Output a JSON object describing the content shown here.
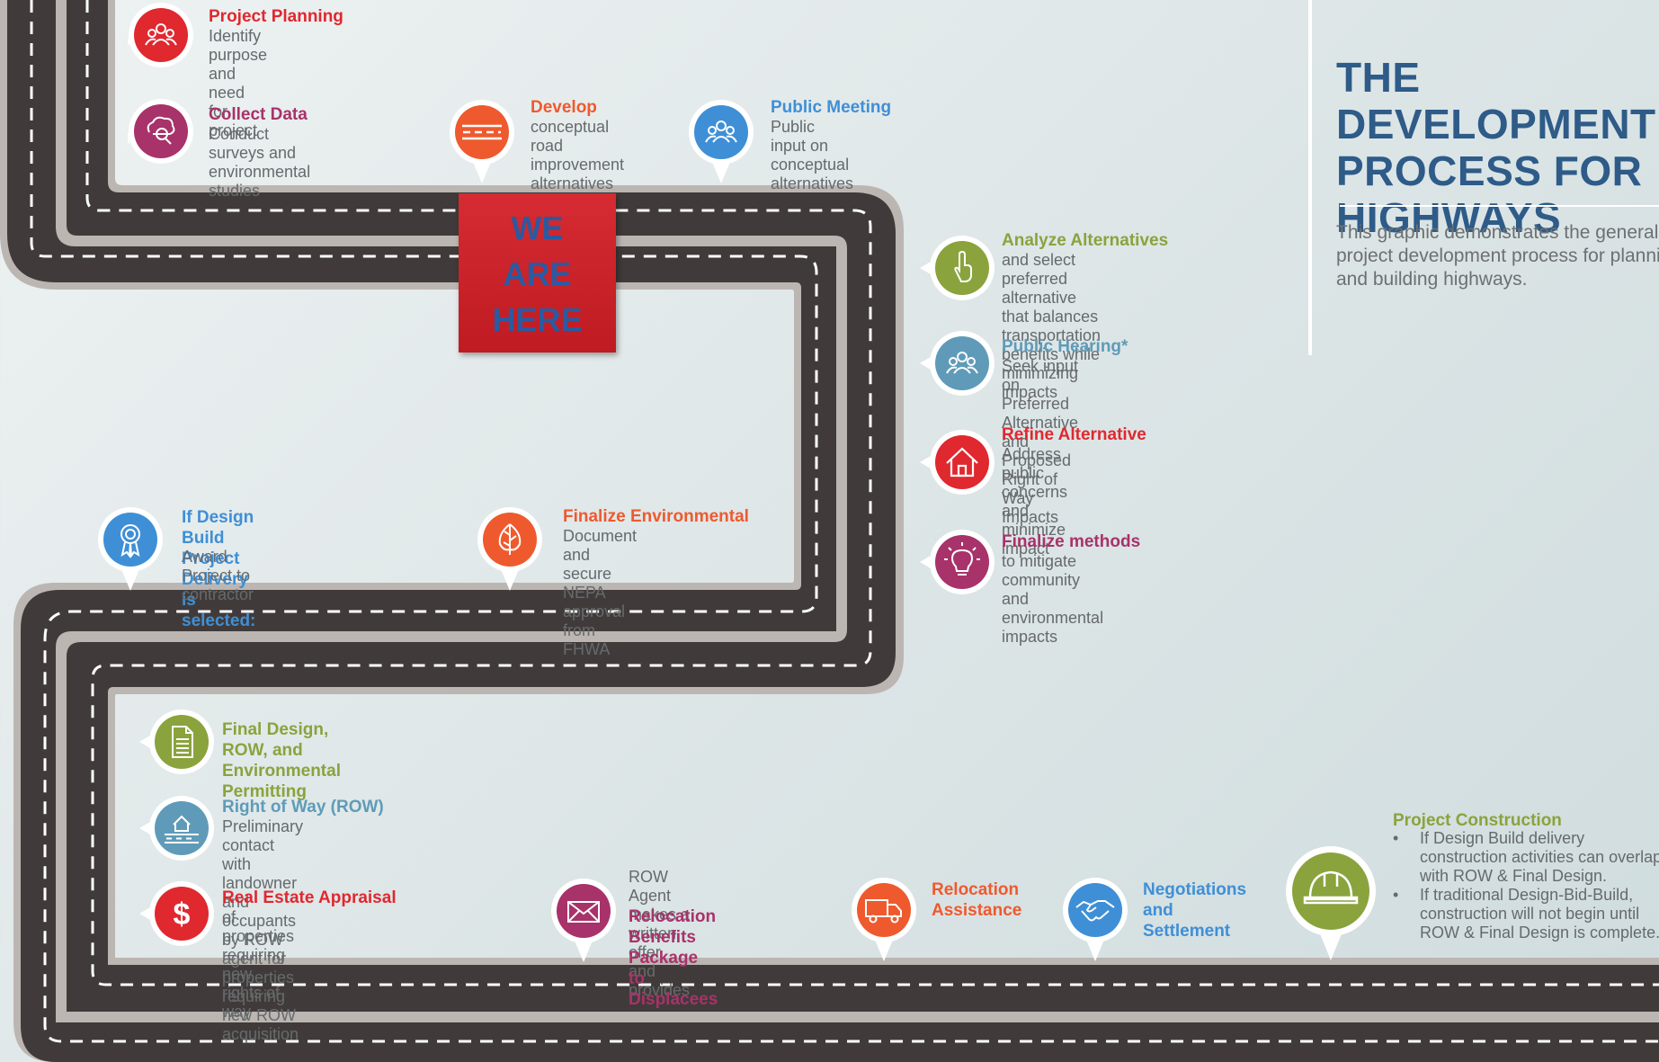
{
  "panel": {
    "title": "THE DEVELOPMENT\nPROCESS FOR\nHIGHWAYS",
    "description": "This graphic demonstrates the general\nproject development process for planning\nand building highways."
  },
  "marker": {
    "text": "WE\nARE\nHERE"
  },
  "colors": {
    "red": "#e0282f",
    "magenta": "#a8326a",
    "orange": "#ee5a2e",
    "blue": "#3f8fd6",
    "olive": "#8aa33d",
    "steel": "#5f9bb8",
    "road": "#3f3a39"
  },
  "steps": {
    "project_planning": {
      "title": "Project Planning",
      "desc": "Identify purpose and\nneed for project",
      "icon": "people-icon",
      "color": "red"
    },
    "collect_data": {
      "title": "Collect Data",
      "desc": "Conduct surveys and\nenvironmental studies",
      "icon": "magnifier-cloud-icon",
      "color": "magenta"
    },
    "develop": {
      "title": "Develop",
      "desc": "conceptual road\nimprovement\nalternatives",
      "icon": "road-icon",
      "color": "orange"
    },
    "public_meeting": {
      "title": "Public Meeting",
      "desc": "Public input on\nconceptual alternatives",
      "icon": "people-icon",
      "color": "blue"
    },
    "analyze": {
      "title": "Analyze Alternatives",
      "desc": "and select preferred alternative\nthat balances transportation\nbenefits while minimizing impacts",
      "icon": "hand-pointer-icon",
      "color": "olive"
    },
    "public_hearing": {
      "title": "Public Hearing*",
      "desc": "Seek input on Preferred Alternative\nand Proposed Right of Way Impacts",
      "icon": "people-icon",
      "color": "steel"
    },
    "refine": {
      "title": "Refine Alternative",
      "desc": "Address public concerns and\nminimize impact",
      "icon": "house-icon",
      "color": "red"
    },
    "finalize_methods": {
      "title": "Finalize methods",
      "desc": "to mitigate community and\nenvironmental impacts",
      "icon": "lightbulb-icon",
      "color": "magenta"
    },
    "finalize_env": {
      "title": "Finalize Environmental",
      "desc": "Document and secure NEPA\napproval from FHWA",
      "icon": "leaf-icon",
      "color": "orange"
    },
    "design_build": {
      "title": "If Design Build Project\nDelivery is selected:",
      "desc": "Award Project to contractor",
      "icon": "award-ribbon-icon",
      "color": "blue"
    },
    "final_design": {
      "title": "Final Design, ROW, and\nEnvironmental Permitting",
      "desc": "",
      "icon": "document-icon",
      "color": "olive"
    },
    "right_of_way": {
      "title": "Right of Way (ROW)",
      "desc": "Preliminary contact with landowner and\noccupants by ROW agent for properties\nrequiring new ROW acquisition",
      "icon": "house-road-icon",
      "color": "steel"
    },
    "appraisal": {
      "title": "Real Estate Appraisal",
      "desc": "of properties requiring\nnew rights of way",
      "icon": "dollar-icon",
      "color": "red"
    },
    "relocation_package": {
      "pre": "ROW Agent makes a\nwritten offer and provides",
      "title": "Relocation Benefits\nPackage to Displacees",
      "icon": "envelope-icon",
      "color": "magenta"
    },
    "relocation_assistance": {
      "title": "Relocation\nAssistance",
      "icon": "truck-icon",
      "color": "orange"
    },
    "negotiations": {
      "title": "Negotiations\nand Settlement",
      "icon": "handshake-icon",
      "color": "blue"
    },
    "construction": {
      "title": "Project Construction",
      "bullets": [
        "If Design Build delivery\nconstruction activities can overlap\nwith ROW & Final Design.",
        "If traditional Design-Bid-Build,\nconstruction will not begin until\nROW & Final Design is complete."
      ],
      "icon": "hard-hat-icon",
      "color": "olive"
    }
  }
}
